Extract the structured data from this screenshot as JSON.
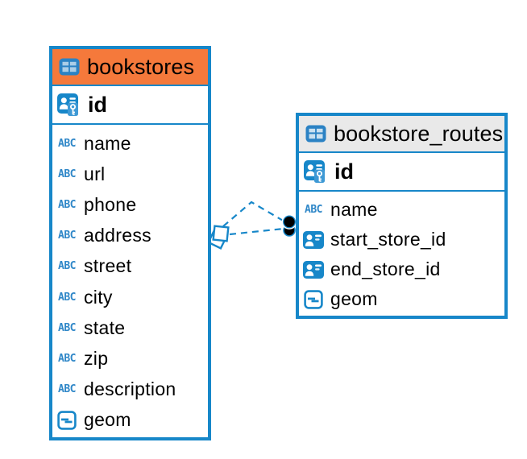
{
  "diagram": {
    "background": "#ffffff",
    "accent_blue": "#1787c9",
    "type_icon_label": "ABC",
    "tables": {
      "bookstores": {
        "title": "bookstores",
        "header_color": "#f5793b",
        "primary_key": {
          "name": "id",
          "icon": "primary-key-icon"
        },
        "columns": [
          {
            "name": "name",
            "type": "text"
          },
          {
            "name": "url",
            "type": "text"
          },
          {
            "name": "phone",
            "type": "text"
          },
          {
            "name": "address",
            "type": "text"
          },
          {
            "name": "street",
            "type": "text"
          },
          {
            "name": "city",
            "type": "text"
          },
          {
            "name": "state",
            "type": "text"
          },
          {
            "name": "zip",
            "type": "text"
          },
          {
            "name": "description",
            "type": "text"
          },
          {
            "name": "geom",
            "type": "geometry"
          }
        ]
      },
      "bookstore_routes": {
        "title": "bookstore_routes",
        "header_color": "#e9e9e9",
        "primary_key": {
          "name": "id",
          "icon": "primary-key-icon"
        },
        "columns": [
          {
            "name": "name",
            "type": "text"
          },
          {
            "name": "start_store_id",
            "type": "reference"
          },
          {
            "name": "end_store_id",
            "type": "reference"
          },
          {
            "name": "geom",
            "type": "geometry"
          }
        ]
      }
    },
    "relationships": [
      {
        "from_table": "bookstore_routes",
        "to_table": "bookstores",
        "line_style": "dashed"
      },
      {
        "from_table": "bookstore_routes",
        "to_table": "bookstores",
        "line_style": "dashed"
      }
    ]
  }
}
